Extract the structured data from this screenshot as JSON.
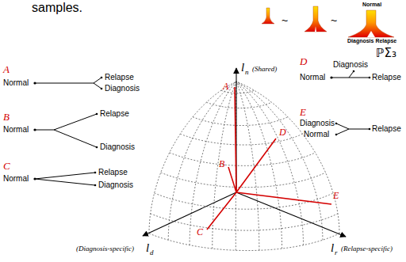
{
  "diagram": {
    "labels": [
      "samples.",
      "~",
      "~",
      "Normal",
      "Diagnosis Relapse",
      "A",
      "Normal",
      "Relapse",
      "Diagnosis",
      "B",
      "Normal",
      "Relapse",
      "Diagnosis",
      "C",
      "Normal",
      "Relapse",
      "Diagnosis",
      "D",
      "Diagnosis",
      "Normal",
      "Relapse",
      "ℙΣ₃",
      "E",
      "Diagnosis",
      "Normal",
      "Relapse",
      "l",
      "n",
      "(Shared)",
      "A",
      "B",
      "C",
      "D",
      "E",
      "(Diagnosis-specific)",
      "l",
      "d",
      "l",
      "r",
      "(Relapse-specific)"
    ]
  }
}
